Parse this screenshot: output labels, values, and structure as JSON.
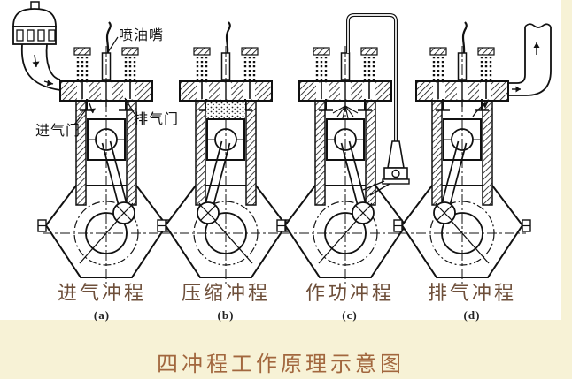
{
  "figure": {
    "caption": "四冲程工作原理示意图",
    "callouts": {
      "injector": "喷油嘴",
      "intake_valve": "进气门",
      "exhaust_valve": "排气门"
    },
    "strokes": [
      {
        "name": "进气冲程",
        "letter": "(a)"
      },
      {
        "name": "压缩冲程",
        "letter": "(b)"
      },
      {
        "name": "作功冲程",
        "letter": "(c)"
      },
      {
        "name": "排气冲程",
        "letter": "(d)"
      }
    ],
    "colors": {
      "page_bg": "#f7f2d6",
      "diagram_bg": "#ffffff",
      "line": "#1a1a1a",
      "stroke_label": "#6e4f3a",
      "caption": "#a2673e"
    }
  }
}
